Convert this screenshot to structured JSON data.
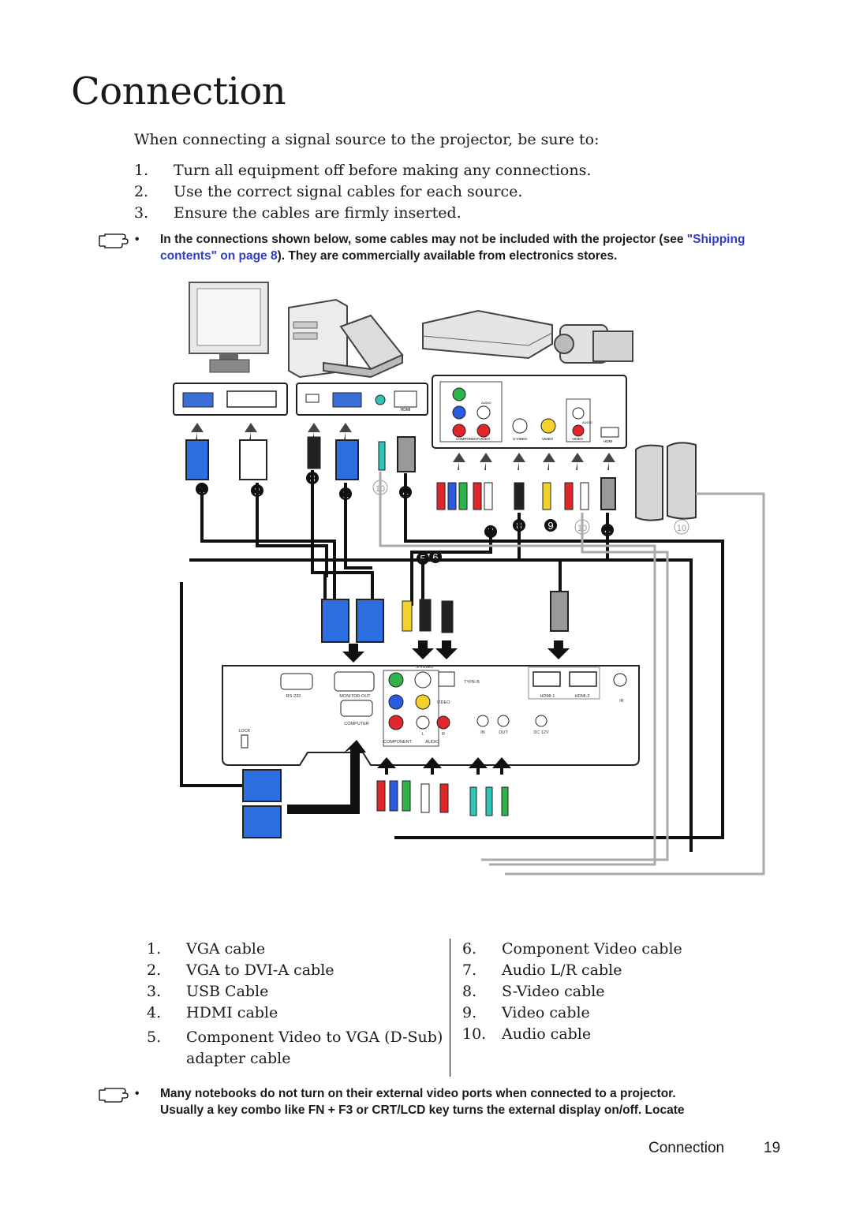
{
  "page": {
    "title": "Connection",
    "intro": "When connecting a signal source to the projector, be sure to:",
    "steps": [
      {
        "num": "1.",
        "text": "Turn all equipment off before making any connections."
      },
      {
        "num": "2.",
        "text": "Use the correct signal cables for each source."
      },
      {
        "num": "3.",
        "text": "Ensure the cables are firmly inserted."
      }
    ],
    "note1": {
      "bullet": "•",
      "text_before": "In the connections shown below, some cables may not be included with the projector (see ",
      "link_text": "\"Shipping contents\" on page 8",
      "text_after": "). They are commercially available from electronics stores."
    },
    "diagram": {
      "callouts": [
        "1",
        "2",
        "3",
        "1",
        "10",
        "4",
        "5",
        "6",
        "7",
        "8",
        "9",
        "10",
        "4",
        "10"
      ],
      "projector_labels": [
        "RS-232",
        "MONITOR-OUT",
        "COMPUTER",
        "S-VIDEO",
        "TYPE-B",
        "VIDEO",
        "HDMI-1",
        "HDMI-2",
        "IR",
        "LOCK",
        "COMPONENT",
        "AUDIO",
        "IN",
        "OUT",
        "DC 12V",
        "L",
        "R"
      ],
      "panel_labels": [
        "HDMI",
        "COMPONENT",
        "VIDEO",
        "S-VIDEO",
        "VIDEO",
        "VIDEO",
        "HDMI",
        "AUDIO",
        "AUDIO"
      ]
    },
    "cables_left": [
      {
        "num": "1.",
        "text": "VGA cable"
      },
      {
        "num": "2.",
        "text": "VGA to DVI-A cable"
      },
      {
        "num": "3.",
        "text": "USB Cable"
      },
      {
        "num": "4.",
        "text": "HDMI cable"
      },
      {
        "num": "5.",
        "text": "Component Video to VGA (D-Sub)"
      },
      {
        "num": "",
        "text": "adapter cable"
      }
    ],
    "cables_right": [
      {
        "num": "6.",
        "text": "Component Video cable"
      },
      {
        "num": "7.",
        "text": "Audio L/R cable"
      },
      {
        "num": "8.",
        "text": "S-Video cable"
      },
      {
        "num": "9.",
        "text": "Video cable"
      },
      {
        "num": "10.",
        "text": "Audio cable"
      }
    ],
    "note2": {
      "bullet": "•",
      "line1": "Many notebooks do not turn on their external video ports when connected to a projector.",
      "line2": "Usually a key combo like FN + F3 or CRT/LCD key turns the external display on/off. Locate"
    },
    "footer": {
      "section": "Connection",
      "page_number": "19"
    }
  }
}
